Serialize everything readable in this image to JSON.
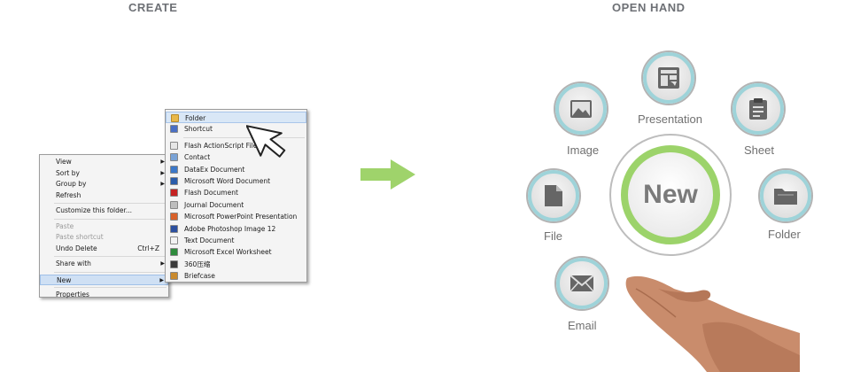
{
  "titles": {
    "create": "CREATE",
    "open_hand": "OPEN HAND"
  },
  "context_menu": {
    "items": [
      {
        "label": "View",
        "submenu": true,
        "enabled": true
      },
      {
        "label": "Sort by",
        "submenu": true,
        "enabled": true
      },
      {
        "label": "Group by",
        "submenu": true,
        "enabled": true
      },
      {
        "label": "Refresh",
        "submenu": false,
        "enabled": true
      },
      {
        "label": "Customize this folder...",
        "submenu": false,
        "enabled": true
      },
      {
        "label": "Paste",
        "submenu": false,
        "enabled": false
      },
      {
        "label": "Paste shortcut",
        "submenu": false,
        "enabled": false
      },
      {
        "label": "Undo Delete",
        "shortcut": "Ctrl+Z",
        "submenu": false,
        "enabled": true
      },
      {
        "label": "Share with",
        "submenu": true,
        "enabled": true
      },
      {
        "label": "New",
        "submenu": true,
        "enabled": true,
        "selected": true
      },
      {
        "label": "Properties",
        "submenu": false,
        "enabled": true
      }
    ]
  },
  "new_submenu": {
    "items": [
      {
        "label": "Folder",
        "icon": "folder-icon",
        "color": "#e8b84a",
        "selected": true
      },
      {
        "label": "Shortcut",
        "icon": "shortcut-icon",
        "color": "#4a6fc4"
      },
      {
        "label": "Flash ActionScript File",
        "icon": "flash-as-icon",
        "color": "#b0b0b0"
      },
      {
        "label": "Contact",
        "icon": "contact-icon",
        "color": "#7aa3d6"
      },
      {
        "label": "DataEx Document",
        "icon": "dataex-icon",
        "color": "#3c78c8"
      },
      {
        "label": "Microsoft Word Document",
        "icon": "word-icon",
        "color": "#2a5caa"
      },
      {
        "label": "Flash Document",
        "icon": "flash-icon",
        "color": "#c42222"
      },
      {
        "label": "Journal Document",
        "icon": "journal-icon",
        "color": "#9a9a9a"
      },
      {
        "label": "Microsoft PowerPoint Presentation",
        "icon": "powerpoint-icon",
        "color": "#d8612a"
      },
      {
        "label": "Adobe Photoshop Image 12",
        "icon": "photoshop-icon",
        "color": "#2b4f9e"
      },
      {
        "label": "Text Document",
        "icon": "text-icon",
        "color": "#cfcfcf"
      },
      {
        "label": "Microsoft Excel Worksheet",
        "icon": "excel-icon",
        "color": "#2e8b3c"
      },
      {
        "label": "360压缩",
        "icon": "zip360-icon",
        "color": "#3a3a3a"
      },
      {
        "label": "Briefcase",
        "icon": "briefcase-icon",
        "color": "#c98a2e"
      }
    ]
  },
  "radial_menu": {
    "center_label": "New",
    "items": {
      "presentation": "Presentation",
      "image": "Image",
      "sheet": "Sheet",
      "file": "File",
      "folder": "Folder",
      "email": "Email"
    }
  },
  "colors": {
    "arrow": "#9fd36b",
    "new_ring": "#9cd36a",
    "bubble_ring": "#9ed3d9",
    "label": "#707070"
  }
}
